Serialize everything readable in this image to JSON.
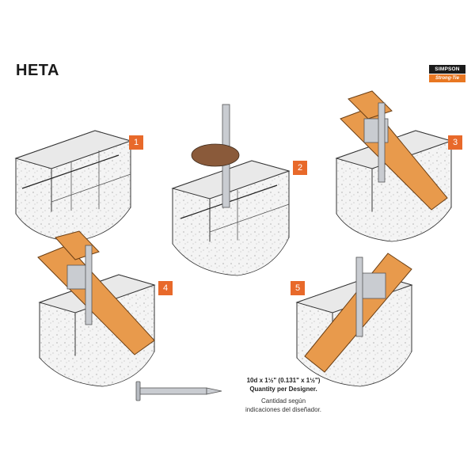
{
  "title": "HETA",
  "logo": {
    "brand": "SIMPSON",
    "sub": "Strong-Tie"
  },
  "steps": [
    "1",
    "2",
    "3",
    "4",
    "5"
  ],
  "nail": {
    "size": "10d x 1½\" (0.131\" x 1½\")",
    "quantity_en": "Quantity per Designer.",
    "quantity_es_1": "Cantidad según",
    "quantity_es_2": "indicaciones del diseñador."
  },
  "colors": {
    "accent": "#e8692a",
    "wood": "#e89a4c",
    "wood_dark": "#c27a34",
    "concrete": "#f2f2f2",
    "strap": "#c9ccd1"
  }
}
